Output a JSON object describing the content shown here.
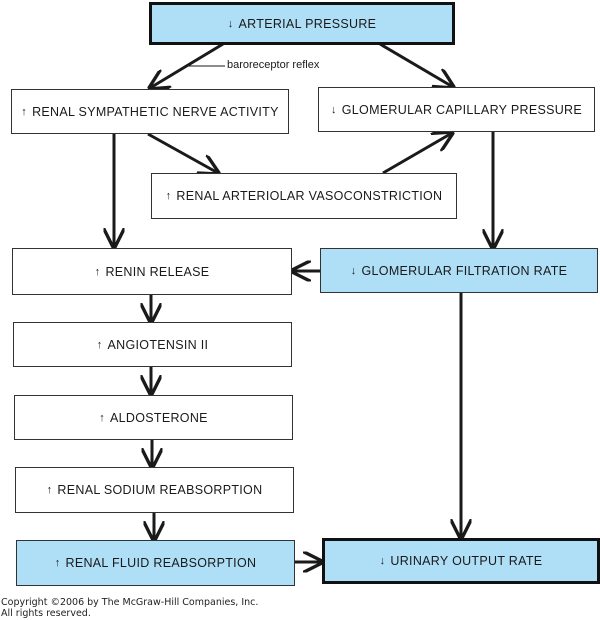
{
  "diagram": {
    "nodes": {
      "arterial_pressure": {
        "direction": "↓",
        "label": "ARTERIAL PRESSURE",
        "highlight": true,
        "emphasis": true
      },
      "sympathetic": {
        "direction": "↑",
        "label": "RENAL SYMPATHETIC NERVE ACTIVITY",
        "highlight": false
      },
      "glomerular_capillary": {
        "direction": "↓",
        "label": "GLOMERULAR CAPILLARY PRESSURE",
        "highlight": false
      },
      "vasoconstriction": {
        "direction": "↑",
        "label": "RENAL ARTERIOLAR VASOCONSTRICTION",
        "highlight": false
      },
      "renin": {
        "direction": "↑",
        "label": "RENIN RELEASE",
        "highlight": false
      },
      "gfr": {
        "direction": "↓",
        "label": "GLOMERULAR FILTRATION RATE",
        "highlight": true
      },
      "angiotensin": {
        "direction": "↑",
        "label": "ANGIOTENSIN II",
        "highlight": false
      },
      "aldosterone": {
        "direction": "↑",
        "label": "ALDOSTERONE",
        "highlight": false
      },
      "sodium": {
        "direction": "↑",
        "label": "RENAL SODIUM REABSORPTION",
        "highlight": false
      },
      "fluid": {
        "direction": "↑",
        "label": "RENAL FLUID REABSORPTION",
        "highlight": true
      },
      "urinary": {
        "direction": "↓",
        "label": "URINARY OUTPUT RATE",
        "highlight": true,
        "emphasis": true
      }
    },
    "edges": [
      {
        "from": "arterial_pressure",
        "to": "sympathetic",
        "label": "baroreceptor reflex"
      },
      {
        "from": "arterial_pressure",
        "to": "glomerular_capillary"
      },
      {
        "from": "sympathetic",
        "to": "vasoconstriction"
      },
      {
        "from": "vasoconstriction",
        "to": "glomerular_capillary"
      },
      {
        "from": "sympathetic",
        "to": "renin"
      },
      {
        "from": "glomerular_capillary",
        "to": "gfr"
      },
      {
        "from": "gfr",
        "to": "renin"
      },
      {
        "from": "renin",
        "to": "angiotensin"
      },
      {
        "from": "angiotensin",
        "to": "aldosterone"
      },
      {
        "from": "aldosterone",
        "to": "sodium"
      },
      {
        "from": "sodium",
        "to": "fluid"
      },
      {
        "from": "fluid",
        "to": "urinary"
      },
      {
        "from": "gfr",
        "to": "urinary"
      }
    ],
    "edge_label": "baroreceptor reflex",
    "colors": {
      "highlight_fill": "#aedff7",
      "line": "#1a1a1a"
    }
  },
  "footer": {
    "copyright_line1": "Copyright ©2006 by The McGraw-Hill Companies, Inc.",
    "copyright_line2": "All rights reserved."
  }
}
